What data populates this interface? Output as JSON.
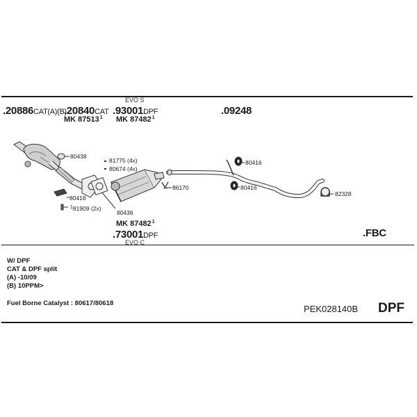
{
  "header": {
    "part1_code": ".20886",
    "part1_suffix": "CAT(A)(B)",
    "part2_code": ".20840",
    "part2_suffix": "CAT",
    "part2_mk": "MK 87513",
    "part2_mk_sup": "1",
    "part3_evo": "EVO S",
    "part3_code": ".93001",
    "part3_suffix": "DPF",
    "part3_mk": "MK 87482",
    "part3_mk_sup": "1",
    "part4_code": ".09248"
  },
  "lower_part": {
    "mk": "MK 87482",
    "mk_sup": "1",
    "code": ".73001",
    "suffix": "DPF",
    "evo": "EVO C"
  },
  "fbc_code": ".FBC",
  "labels": {
    "l80438": "80438",
    "l81775": "81775 (4x)",
    "l80674": "80674 (4x)",
    "l80418": "80418",
    "l81909": "81909 (2x)",
    "l81909_sup": "1",
    "l80436": "80436",
    "l86170": "86170",
    "l80416a": "80416",
    "l80416b": "80416",
    "l82328": "82328"
  },
  "notes": {
    "line1": "W/ DPF",
    "line2": "CAT & DPF split",
    "line3": "(A) -10/09",
    "line4": "(B) 10PPM>",
    "line5": "Fuel Borne Catalyst : 80617/80618"
  },
  "footer": {
    "kit_code": "PEK028140B",
    "kit_type": "DPF"
  }
}
